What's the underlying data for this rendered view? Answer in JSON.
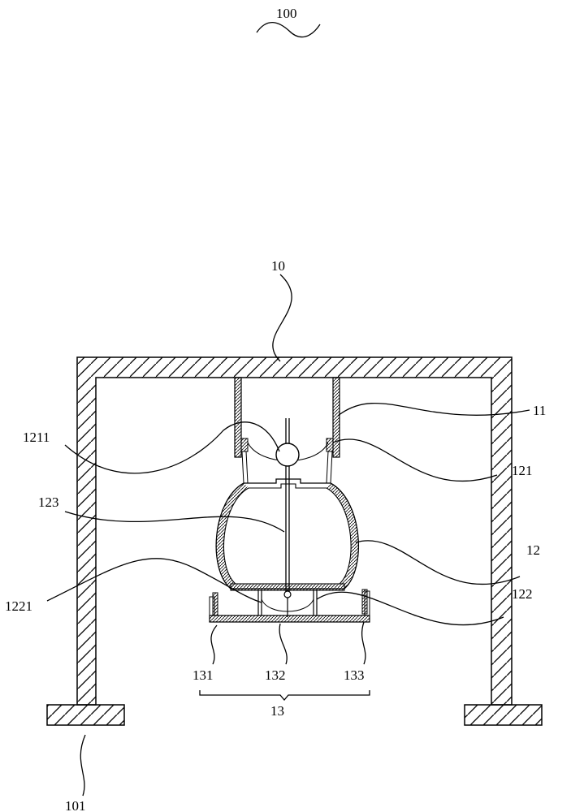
{
  "diagram": {
    "figure_label": "100",
    "labels": {
      "frame": "10",
      "foot": "101",
      "upper_sleeve": "11",
      "vessel": "12",
      "neck": "121",
      "bottom_fitting": "122",
      "rod": "123",
      "ball": "1211",
      "bottom_cup": "1221",
      "base_assembly": "13",
      "left_post": "131",
      "tray": "132",
      "right_post": "133"
    },
    "colors": {
      "line": "#000000",
      "background": "#ffffff"
    }
  }
}
